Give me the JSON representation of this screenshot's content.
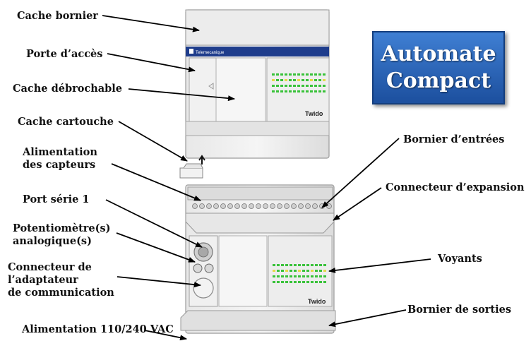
{
  "title": {
    "line1": "Automate",
    "line2": "Compact"
  },
  "device": {
    "brand": "Telemecanique",
    "model": "Twido"
  },
  "labels": {
    "cache_bornier": "Cache bornier",
    "porte_acces": "Porte d’accès",
    "cache_debrochable": "Cache débrochable",
    "cache_cartouche": "Cache cartouche",
    "alimentation_capteurs": "Alimentation\ndes capteurs",
    "port_serie": "Port série 1",
    "potentiometres": "Potentiomètre(s)\nanalogique(s)",
    "connecteur_adaptateur": "Connecteur de\nl’adaptateur\nde communication",
    "alimentation_vac": "Alimentation 110/240 VAC",
    "bornier_entrees": "Bornier d’entrées",
    "connecteur_expansion": "Connecteur d’expansion",
    "voyants": "Voyants",
    "bornier_sorties": "Bornier de sorties"
  },
  "colors": {
    "title_bg": "#2a63b8",
    "title_text": "#ffffff",
    "brand_band": "#1f3d8c",
    "led_on": "#39c23a",
    "led_off": "#e6d84a"
  }
}
